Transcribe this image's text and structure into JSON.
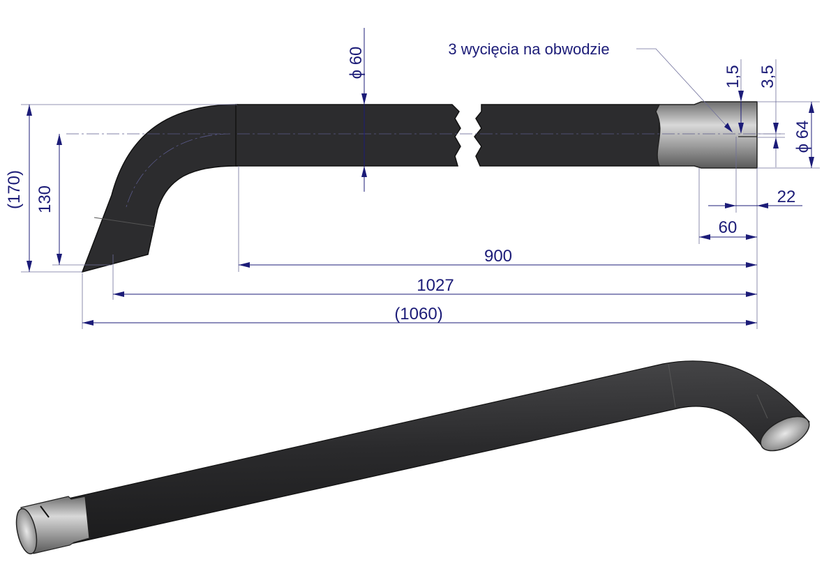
{
  "annotation": "3 wycięcia na obwodzie",
  "dimensions": {
    "overall_height": "(170)",
    "height_130": "130",
    "pipe_diameter": "ϕ 60",
    "end_diameter": "ϕ 64",
    "slot_width": "1,5",
    "offset_3_5": "3,5",
    "slot_length": "22",
    "sleeve_length": "60",
    "straight_length": "900",
    "length_1027": "1027",
    "overall_length": "(1060)"
  },
  "colors": {
    "dimension": "#1c1c78",
    "pipe": "#2c2c2e",
    "sleeve": "#b8b8b8"
  }
}
